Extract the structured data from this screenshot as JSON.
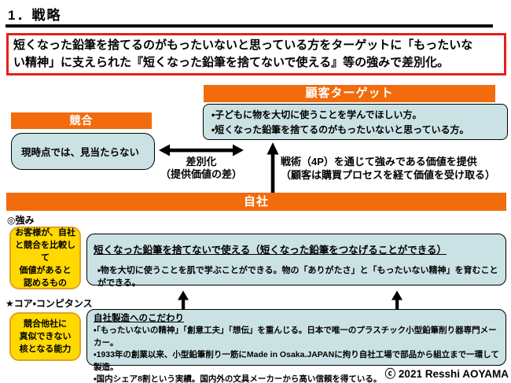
{
  "title": "1．戦略",
  "banner": {
    "text": "短くなった鉛筆を捨てるのがもったいないと思っている方をターゲットに「もったいな\nい精神」に支えられた『短くなった鉛筆を捨てないで使える』等の強みで差別化。"
  },
  "customer_target": {
    "header": "顧客ターゲット",
    "items": [
      "・子どもに物を大切に使うことを学んでほしい方。",
      "・短くなった鉛筆を捨てるのがもったいないと思っている方。"
    ]
  },
  "competitor": {
    "header": "競合",
    "note": "現時点では、見当たらない"
  },
  "relations": {
    "differentiation": "差別化\n（提供価値の差）",
    "tactics": "戦術（4P）を通じて強みである価値を提供\n（顧客は購買プロセスを経て価値を受け取る）"
  },
  "company": {
    "header": "自社",
    "strength": {
      "label": "◎強み",
      "definition": "お客様が、自社\nと競合を比較して\n価値があると\n認めるもの",
      "title": "短くなった鉛筆を捨てないで使える（短くなった鉛筆をつなげることができる）",
      "detail": "・物を大切に使うことを肌で学ぶことができる。物の「ありがたさ」と「もったいない精神」を育むことができる。"
    },
    "core_competence": {
      "label": "★コア・コンピタンス",
      "definition": "競合他社に\n真似できない\n核となる能力",
      "title": "自社製造へのこだわり",
      "items": [
        "・「もったいないの精神」「創意工夫」「想伝」を重んじる。日本で唯一のプラスチック小型鉛筆削り器専門メーカー。",
        "・1933年の創業以来、小型鉛筆削り一筋にMade in Osaka.JAPANに拘り自社工場で部品から組立まで一環して製造。",
        "・国内シェア8割という実績。国内外の文具メーカーから高い信頼を得ている。"
      ]
    }
  },
  "footer": {
    "copyright": "ⓒ 2021 Resshi AOYAMA"
  },
  "colors": {
    "orange": "#F26B0C",
    "panel_blue": "#CBE2E4",
    "note_yellow": "#FFD900",
    "yellow_border": "#E5A126",
    "alert_red": "#E5201C",
    "arrow_black": "#000000"
  }
}
